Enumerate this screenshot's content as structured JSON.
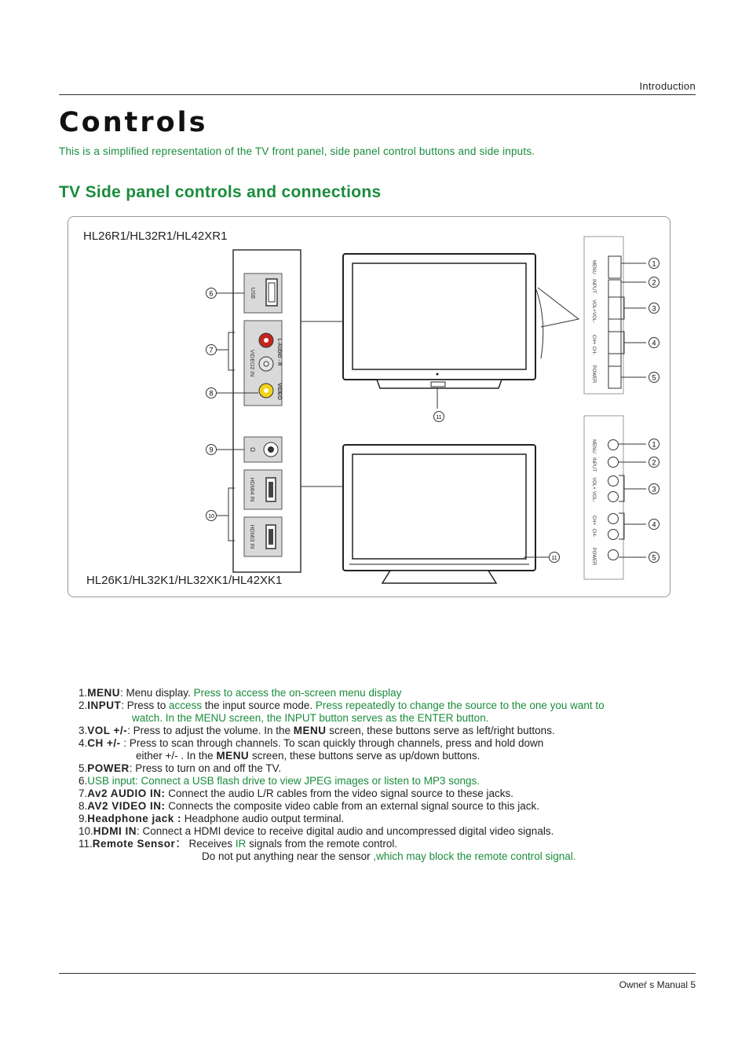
{
  "header": {
    "section": "Introduction"
  },
  "page": {
    "title": "Controls",
    "intro": "This is a simplified representation of  the TV front panel, side panel control buttons and side inputs.",
    "subtitle": "TV Side panel controls and connections"
  },
  "diagram": {
    "model_top": "HL26R1/HL32R1/HL42XR1",
    "model_bottom": "HL26K1/HL32K1/HL32XK1/HL42XK1",
    "jack_labels": {
      "usb": "USB",
      "video2": "VIDEO2 IN",
      "audio": "L-AUDIO - R",
      "video": "VIDEO",
      "hdmi4": "HDMI4 IN",
      "hdmi3": "HDMI3 IN"
    },
    "button_labels": [
      "MENU",
      "INPUT",
      "VOL+",
      "VOL-",
      "CH+",
      "CH-",
      "POWER"
    ],
    "callouts": [
      "1",
      "2",
      "3",
      "4",
      "5",
      "6",
      "7",
      "8",
      "9",
      "10",
      "11"
    ]
  },
  "list": {
    "i1": {
      "num": "1.",
      "key": "MENU",
      "text": ": Menu display. ",
      "green": "Press to access the on-screen menu display"
    },
    "i2": {
      "num": "2.",
      "key": "INPUT",
      "text1": ": Press to ",
      "green1": "access",
      "text2": " the input source mode. ",
      "green2": "Press repeatedly to change the source to the one you want to",
      "cont": "watch. In the MENU screen, the INPUT button serves as the ENTER button."
    },
    "i3": {
      "num": "3.",
      "key": "VOL +/-",
      "text1": ": Press to adjust the volume. In the ",
      "key2": "MENU",
      "text2": " screen, these buttons serve as left/right buttons."
    },
    "i4": {
      "num": "4.",
      "key": "CH  +/-",
      "text1": " : Press to scan through channels. To scan quickly through channels, press and hold down",
      "cont1": "either +/- . In the ",
      "key2": "MENU",
      "cont2": " screen, these buttons serve as up/down buttons."
    },
    "i5": {
      "num": "5.",
      "key": "POWER",
      "text": ": Press to turn on and off the TV."
    },
    "i6": {
      "num": "6.",
      "green": "USB input: Connect a USB flash drive to view JPEG images or listen to MP3 songs."
    },
    "i7": {
      "num": "7.",
      "key": "Av2 AUDIO IN:",
      "text": " Connect the audio L/R cables from the video signal source to these jacks."
    },
    "i8": {
      "num": "8.",
      "key": "AV2 VIDEO IN:",
      "text": " Connects the composite video cable from an external signal source to this jack."
    },
    "i9": {
      "num": "9.",
      "key": "Headphone jack :",
      "text": " Headphone audio output terminal."
    },
    "i10": {
      "num": "10.",
      "key": "HDMI IN",
      "text": ": Connect a HDMI device to receive digital audio and uncompressed digital video signals."
    },
    "i11": {
      "num": "11.",
      "key": "Remote Sensor",
      "sep": "：",
      "text1": "  Receives ",
      "green1": "IR",
      "text2": " signals from the remote control.",
      "cont": "Do not put anything near the sensor ",
      "green2": ",which may block the remote control signal."
    }
  },
  "footer": {
    "text": "Owneŕ s Manual  5"
  }
}
